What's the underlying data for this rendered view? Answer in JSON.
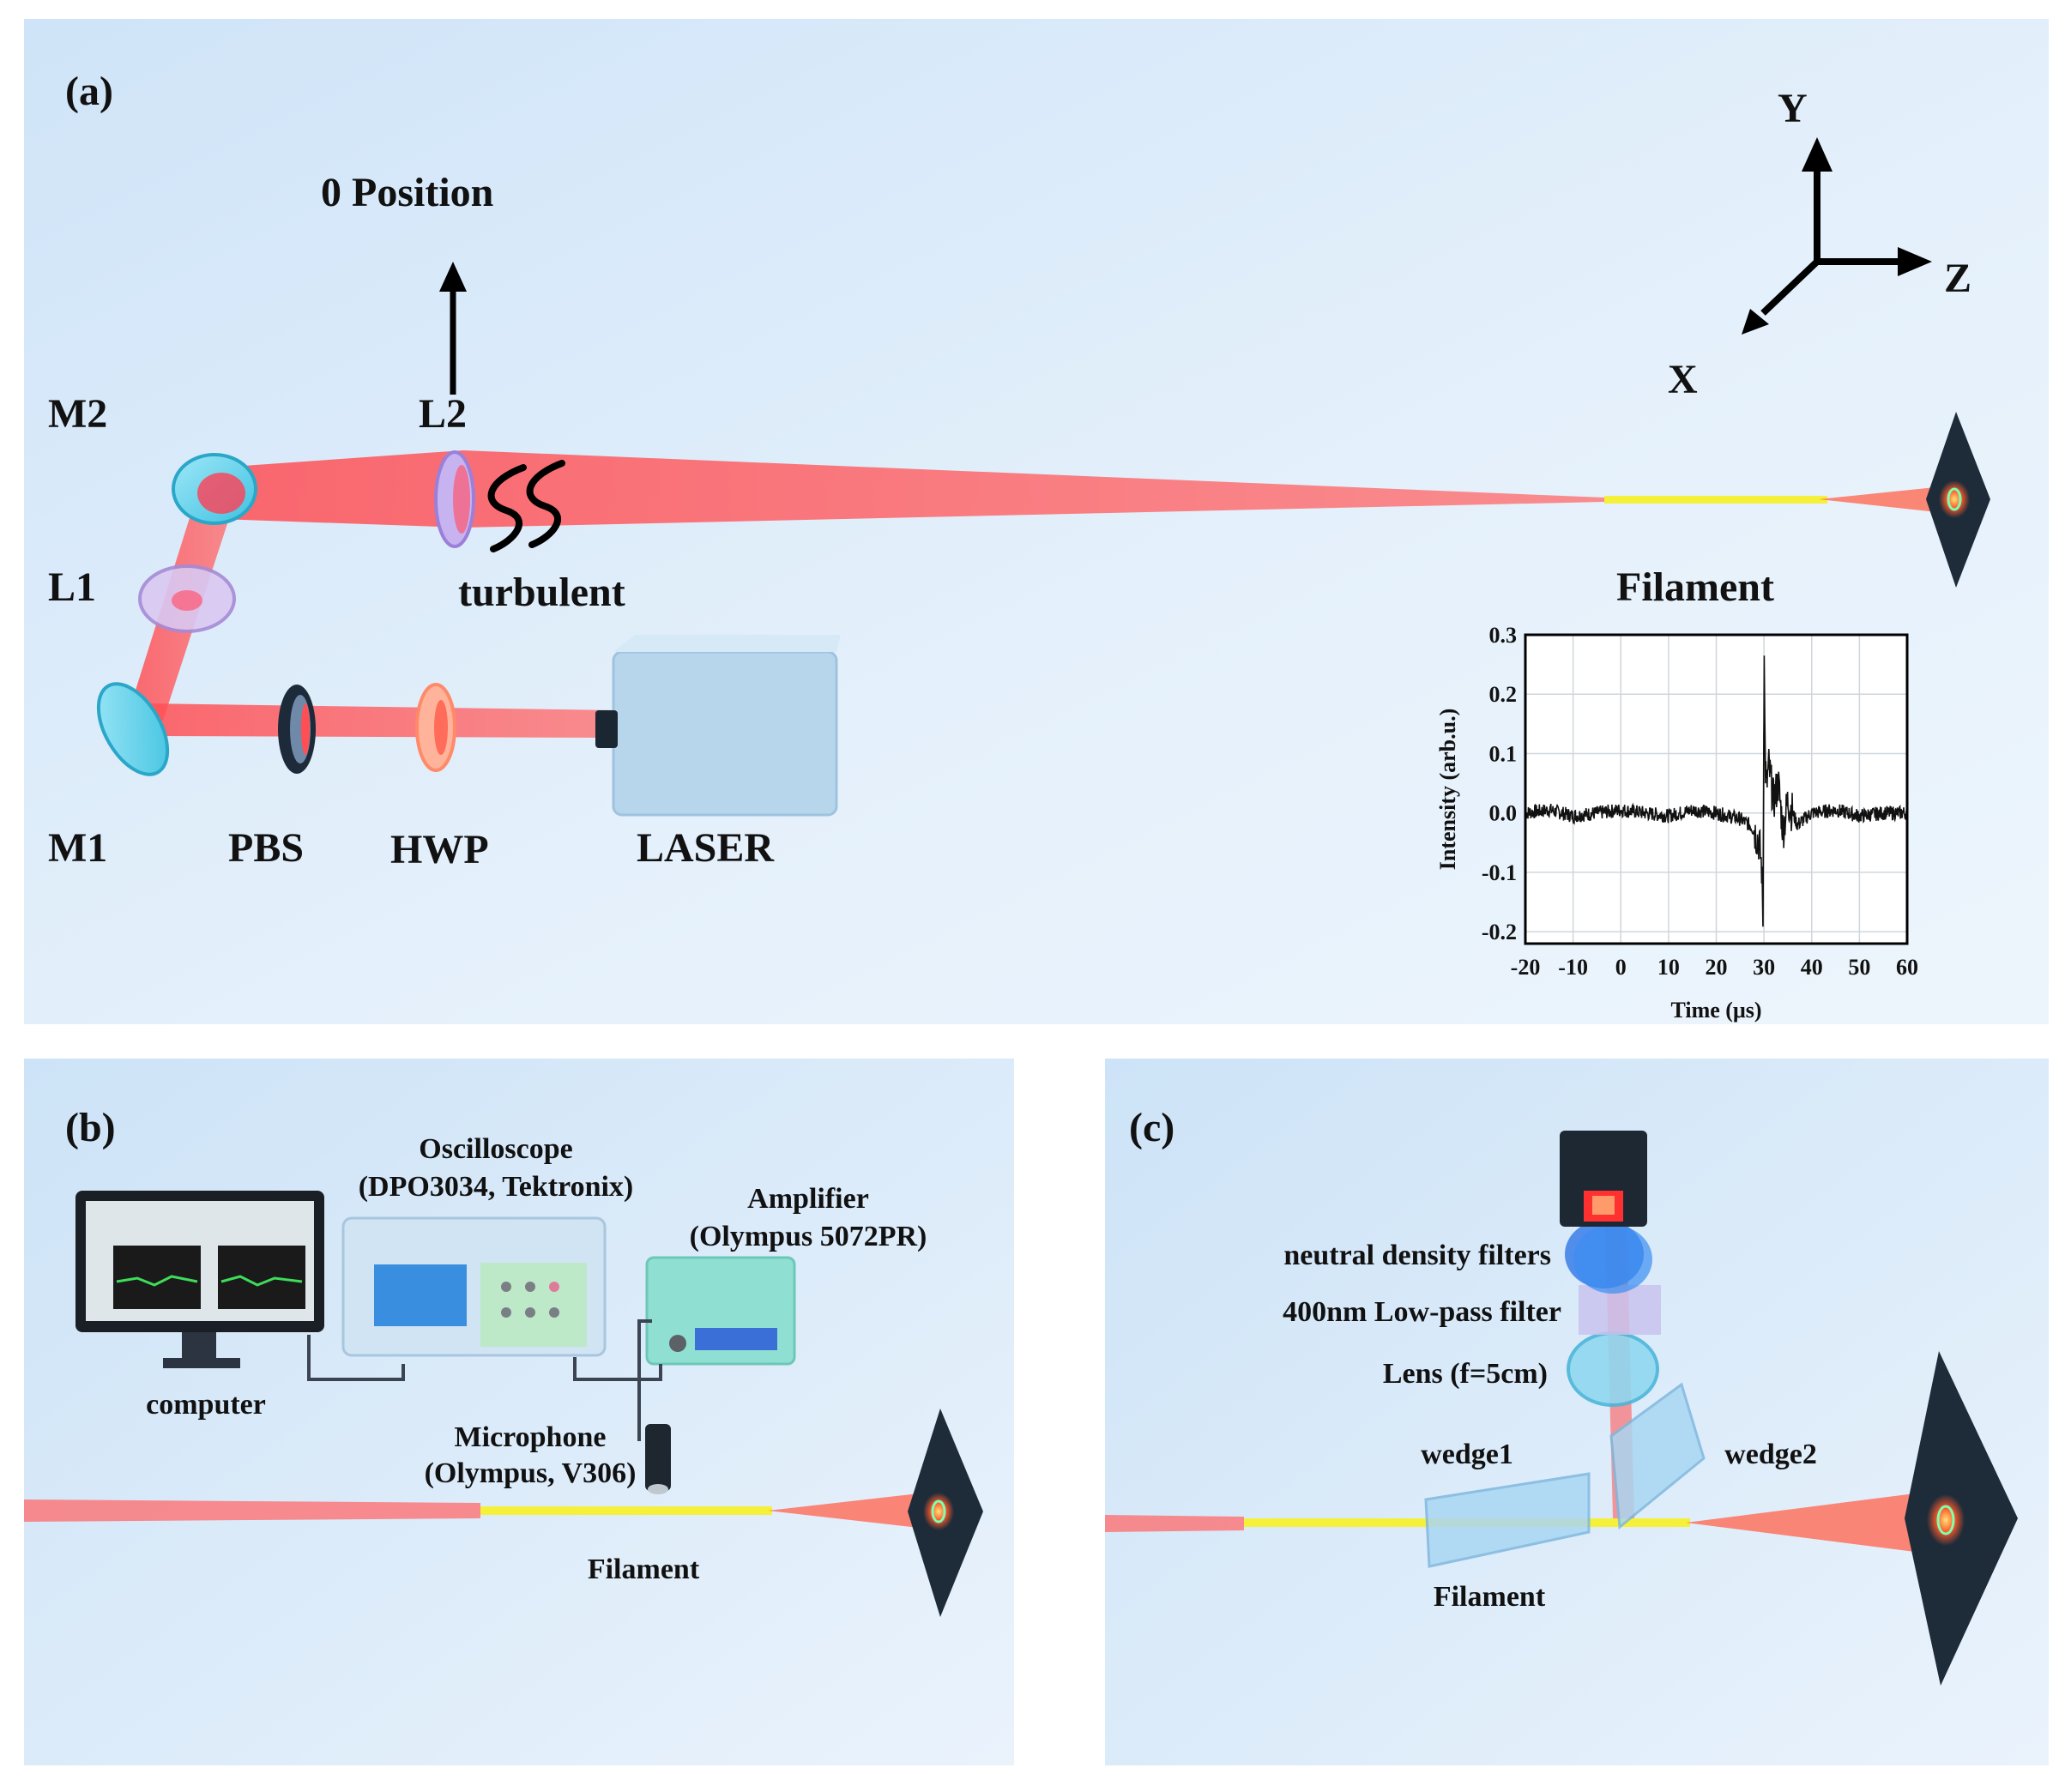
{
  "panel_a": {
    "tag": "(a)",
    "zero_position": "0 Position",
    "labels": {
      "m2": "M2",
      "l2": "L2",
      "l1": "L1",
      "m1": "M1",
      "pbs": "PBS",
      "hwp": "HWP",
      "laser": "LASER",
      "turbulent": "turbulent"
    },
    "axes_triad": {
      "y": "Y",
      "z": "Z",
      "x": "X"
    },
    "inset_title": "Filament"
  },
  "panel_b": {
    "tag": "(b)",
    "oscilloscope": [
      "Oscilloscope",
      "(DPO3034, Tektronix)"
    ],
    "amplifier": [
      "Amplifier",
      "(Olympus 5072PR)"
    ],
    "computer": "computer",
    "microphone": [
      "Microphone",
      "(Olympus, V306)"
    ],
    "filament": "Filament"
  },
  "panel_c": {
    "tag": "(c)",
    "nd_filters": "neutral density filters",
    "lowpass": "400nm Low-pass filter",
    "lens": "Lens (f=5cm)",
    "wedge1": "wedge1",
    "wedge2": "wedge2",
    "filament": "Filament"
  },
  "colors": {
    "beam": "#ff5a5a",
    "filament": "#f5f03a",
    "panel_bg": "#dcecfb",
    "screen": "#1e2c3a"
  },
  "chart_data": {
    "type": "line",
    "xlabel": "Time (μs)",
    "ylabel": "Intensity (arb.u.)",
    "xlim": [
      -20,
      60
    ],
    "ylim": [
      -0.22,
      0.3
    ],
    "xticks": [
      -20,
      -10,
      0,
      10,
      20,
      30,
      40,
      50,
      60
    ],
    "xtick_labels": [
      "-20",
      "-10",
      "0",
      "10",
      "20",
      "30",
      "40",
      "50",
      "60"
    ],
    "yticks": [
      -0.2,
      -0.1,
      0.0,
      0.1,
      0.2,
      0.3
    ],
    "ytick_labels": [
      "-0.2",
      "-0.1",
      "0.0",
      "0.1",
      "0.2",
      "0.3"
    ],
    "grid": true,
    "series": [
      {
        "x": [
          -20,
          -15,
          -10,
          -5,
          0,
          5,
          10,
          15,
          20,
          25,
          27,
          28,
          29,
          29.5,
          29.8,
          30,
          30.2,
          30.5,
          31,
          32,
          33,
          34,
          35,
          37,
          40,
          45,
          50,
          55,
          60
        ],
        "y": [
          0.0,
          0.005,
          -0.005,
          0.0,
          0.005,
          0.0,
          -0.005,
          0.005,
          0.0,
          -0.01,
          -0.02,
          -0.03,
          -0.05,
          -0.09,
          -0.18,
          0.26,
          0.12,
          0.04,
          0.08,
          0.02,
          0.05,
          -0.03,
          0.02,
          -0.02,
          0.0,
          0.005,
          -0.005,
          0.0,
          0.0
        ],
        "noise_amplitude": 0.012
      }
    ]
  }
}
